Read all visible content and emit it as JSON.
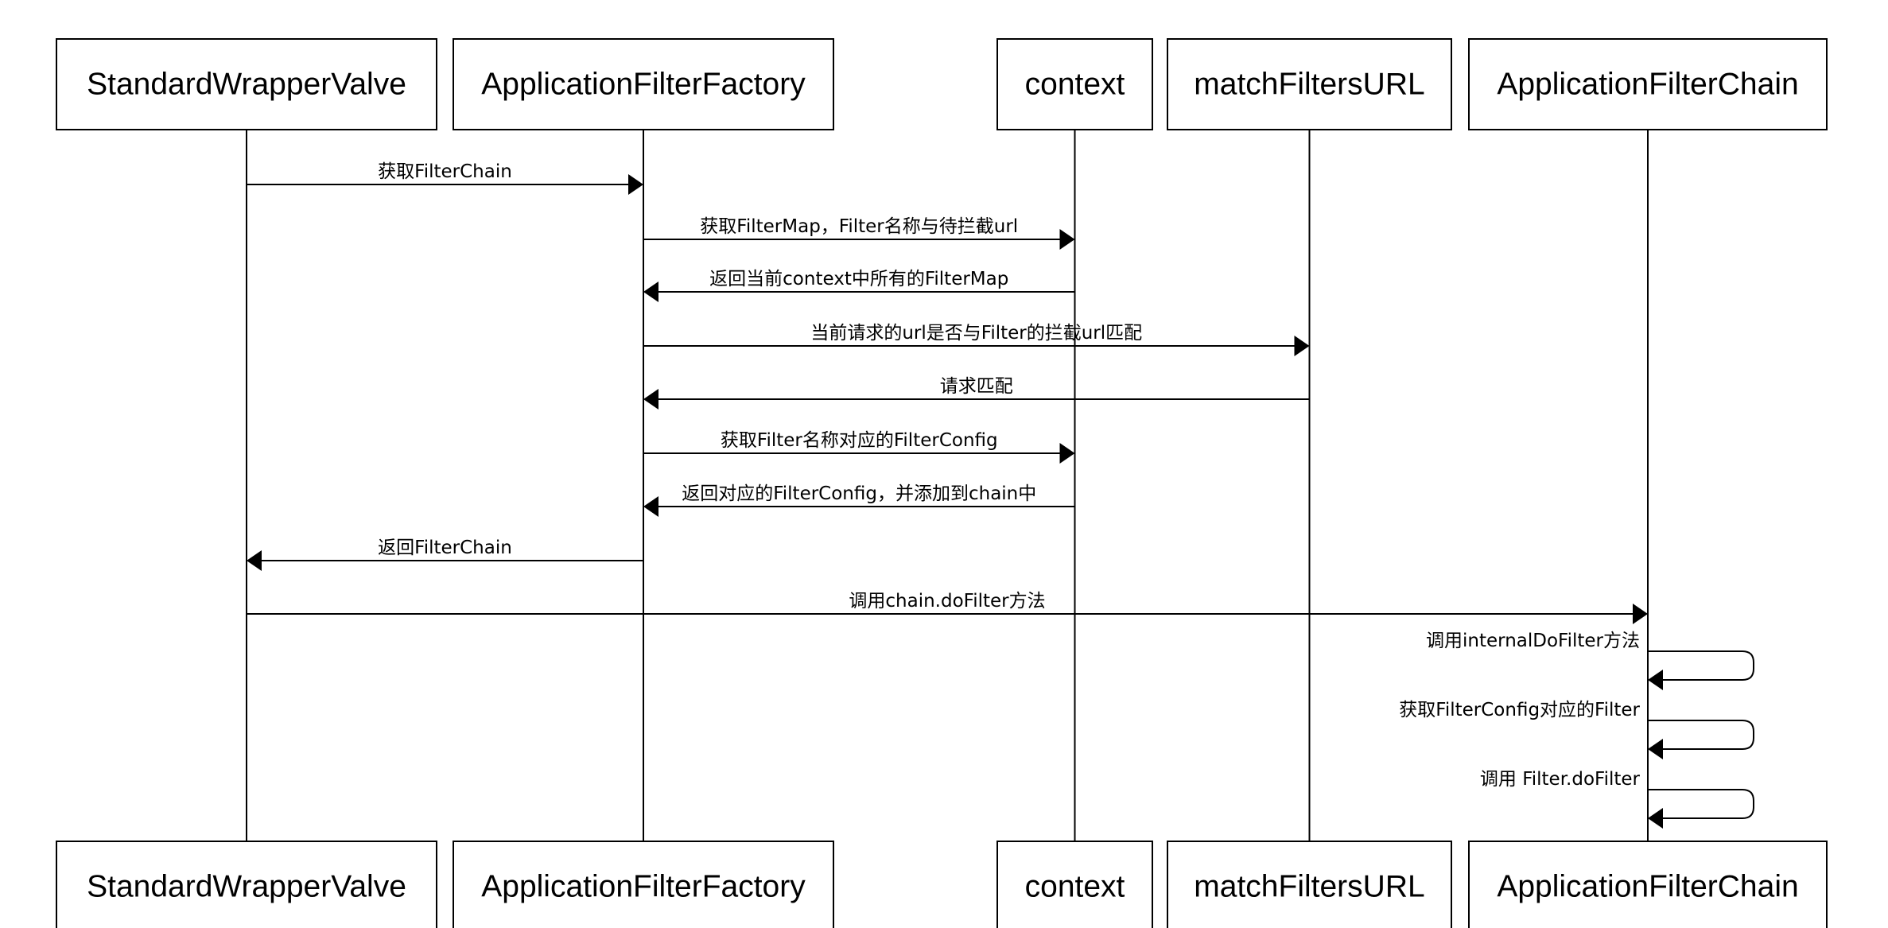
{
  "participants": [
    {
      "id": "swv",
      "label": "StandardWrapperValve"
    },
    {
      "id": "aff",
      "label": "ApplicationFilterFactory"
    },
    {
      "id": "ctx",
      "label": "context"
    },
    {
      "id": "mfu",
      "label": "matchFiltersURL"
    },
    {
      "id": "afc",
      "label": "ApplicationFilterChain"
    }
  ],
  "messages": [
    {
      "from": "swv",
      "to": "aff",
      "label": "获取FilterChain"
    },
    {
      "from": "aff",
      "to": "ctx",
      "label": "获取FilterMap，Filter名称与待拦截url"
    },
    {
      "from": "ctx",
      "to": "aff",
      "label": "返回当前context中所有的FilterMap"
    },
    {
      "from": "aff",
      "to": "mfu",
      "label": "当前请求的url是否与Filter的拦截url匹配"
    },
    {
      "from": "mfu",
      "to": "aff",
      "label": "请求匹配"
    },
    {
      "from": "aff",
      "to": "ctx",
      "label": "获取Filter名称对应的FilterConfig"
    },
    {
      "from": "ctx",
      "to": "aff",
      "label": "返回对应的FilterConfig，并添加到chain中"
    },
    {
      "from": "aff",
      "to": "swv",
      "label": "返回FilterChain"
    },
    {
      "from": "swv",
      "to": "afc",
      "label": "调用chain.doFilter方法"
    },
    {
      "from": "afc",
      "to": "afc",
      "label": "调用internalDoFilter方法"
    },
    {
      "from": "afc",
      "to": "afc",
      "label": "获取FilterConfig对应的Filter"
    },
    {
      "from": "afc",
      "to": "afc",
      "label": "调用 Filter.doFilter"
    }
  ]
}
